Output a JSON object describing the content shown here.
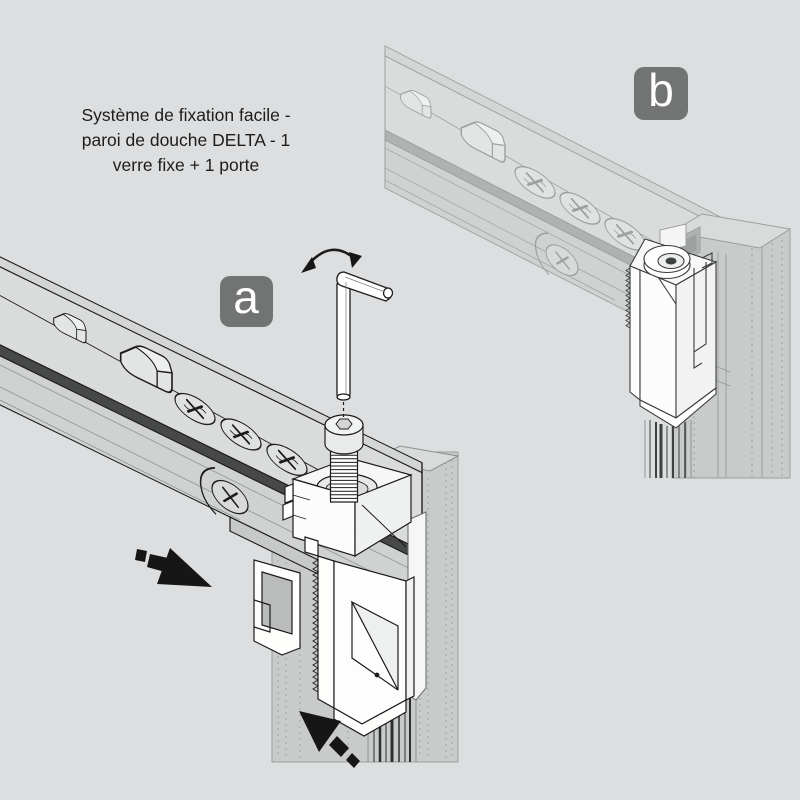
{
  "title": {
    "lines": [
      "Système de fixation facile -",
      "paroi de douche DELTA - 1",
      "verre fixe + 1 porte"
    ]
  },
  "steps": {
    "a": {
      "label": "a"
    },
    "b": {
      "label": "b"
    }
  },
  "colors": {
    "background": "#dcdee0",
    "badge": "#717473",
    "badge_text": "#ffffff",
    "line_dark": "#1c1c1c",
    "line_light": "#9ba19f",
    "clamp_line": "#3a3c3b",
    "profile_fill": "#c8cbca",
    "profile_top": "#d8dbda",
    "rail_lip": "#d3d6d5",
    "rail_top": "#dadcdb",
    "rail_groove_dark": "#474948",
    "rail_groove_light": "#aeb2b1",
    "rail_front": "#cfd2d1",
    "part_white": "#fbfcfb",
    "arrow": "#161616",
    "text": "#1d1d1d"
  },
  "icons": [
    {
      "name": "rotation-arrow-icon"
    },
    {
      "name": "allen-key-icon"
    },
    {
      "name": "slide-direction-arrow-icon"
    },
    {
      "name": "push-direction-arrow-icon"
    },
    {
      "name": "phillips-screw-icon"
    },
    {
      "name": "socket-head-screw-icon"
    }
  ]
}
